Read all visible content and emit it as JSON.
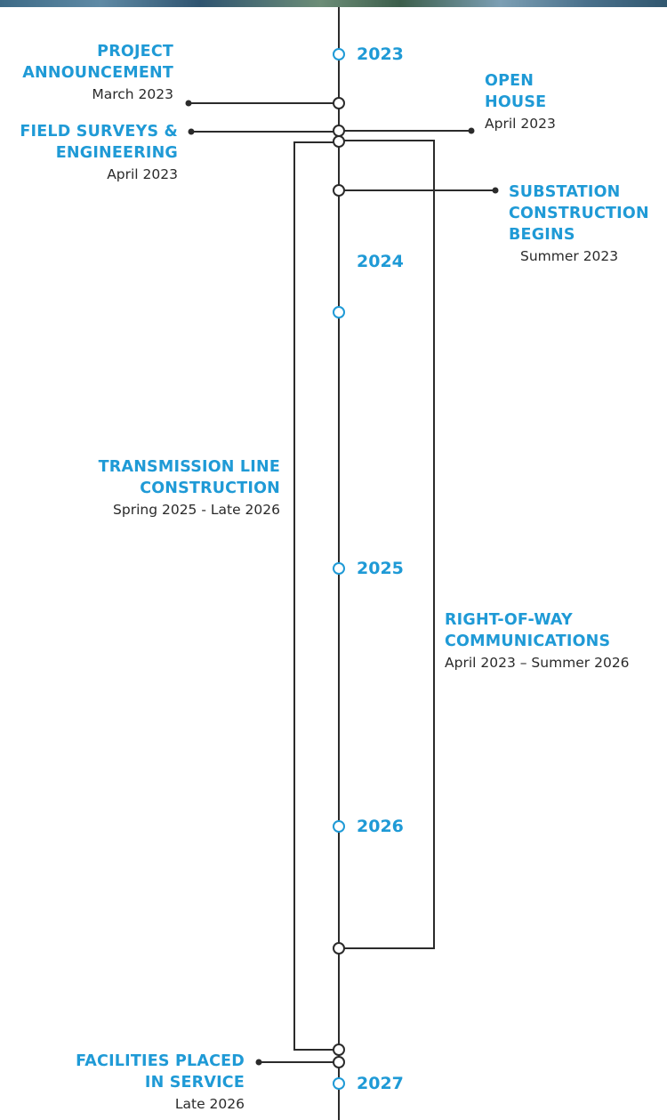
{
  "colors": {
    "accent": "#1f9ad6",
    "line": "#2b2b2b"
  },
  "photo_strip": {
    "icon": "landscape-photo-strip"
  },
  "years": {
    "y2023": "2023",
    "y2024": "2024",
    "y2025": "2025",
    "y2026": "2026",
    "y2027": "2027"
  },
  "milestones": {
    "project_announcement": {
      "title_1": "PROJECT",
      "title_2": "ANNOUNCEMENT",
      "date": "March 2023"
    },
    "open_house": {
      "title_1": "OPEN",
      "title_2": "HOUSE",
      "date": "April 2023"
    },
    "field_surveys": {
      "title_1": "FIELD SURVEYS &",
      "title_2": "ENGINEERING",
      "date": "April 2023"
    },
    "substation": {
      "title_1": "SUBSTATION",
      "title_2": "CONSTRUCTION",
      "title_3": "BEGINS",
      "date": "Summer 2023"
    },
    "transmission": {
      "title_1": "TRANSMISSION LINE",
      "title_2": "CONSTRUCTION",
      "date": "Spring 2025 - Late 2026"
    },
    "right_of_way": {
      "title_1": "RIGHT-OF-WAY",
      "title_2": "COMMUNICATIONS",
      "date": "April 2023 – Summer 2026"
    },
    "in_service": {
      "title_1": "FACILITIES PLACED",
      "title_2": "IN SERVICE",
      "date": "Late 2026"
    }
  }
}
